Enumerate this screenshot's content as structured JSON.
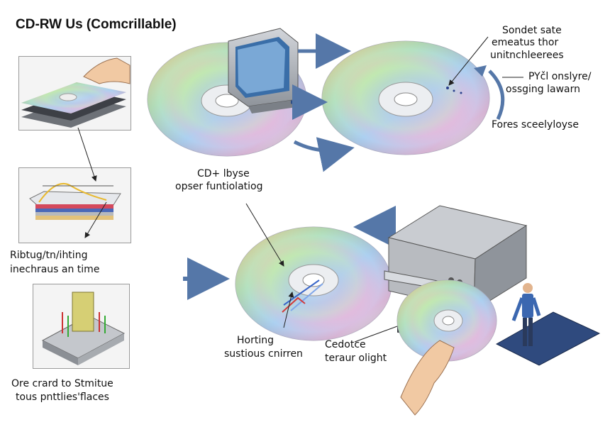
{
  "title": "CD-RW Us (Comcrillable)",
  "labels": {
    "top_right_1": "Sondet sate",
    "top_right_2": "emeatus thor",
    "top_right_3": "unitnchleerees",
    "right_1": "PYčl onslyre/",
    "right_2": "ossging lawarn",
    "right_3": "Fores sceelyloyse",
    "center_1": "CD+ lbyse",
    "center_2": "opser funtiolatiog",
    "left_mid_1": "Ribtug/tn/ihting",
    "left_mid_2": "inechraus an time",
    "left_bot_1": "Ore crard to Stmitue",
    "left_bot_2": "tous pnttlies'flaces",
    "bottom_1": "Horting",
    "bottom_2": "sustious cnirren",
    "bottom_3": "Cedotce",
    "bottom_4": "teraur olight"
  },
  "colors": {
    "arrow_blue": "#5577a8",
    "disc_silver": "#d9dde3",
    "device_grey": "#a9acb1",
    "panel_border": "#9a9a9a"
  }
}
